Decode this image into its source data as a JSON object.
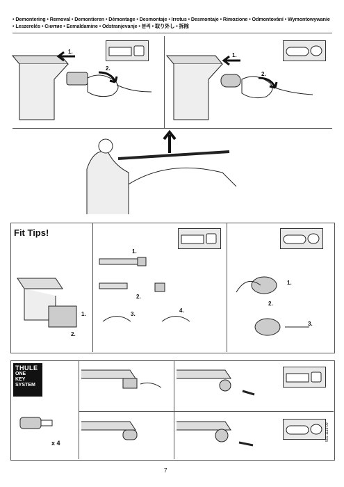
{
  "languages_line1": "• Demontering • Removal • Demontieren • Démontage • Desmontaje • Irrotus • Desmontaje • Rimozione • Odmontování • Wymontowywanie",
  "languages_line2": "• Leszerelés • Снятие • Eemaldamine • Odstranjevanje • 분리 • 取り外し • 拆除",
  "fit_tips_title": "Fit Tips!",
  "step_labels": {
    "s1": "1.",
    "s2": "2.",
    "s3": "3.",
    "s4": "4."
  },
  "thule": {
    "brand": "THULE",
    "line1": "ONE",
    "line2": "KEY",
    "line3": "SYSTEM"
  },
  "quantity": "x 4",
  "page_number": "7",
  "doc_code": "501-1119-09",
  "icons": [
    "square-bar-profile-icon",
    "aero-bar-profile-icon",
    "arrow-icon",
    "key-icon"
  ]
}
